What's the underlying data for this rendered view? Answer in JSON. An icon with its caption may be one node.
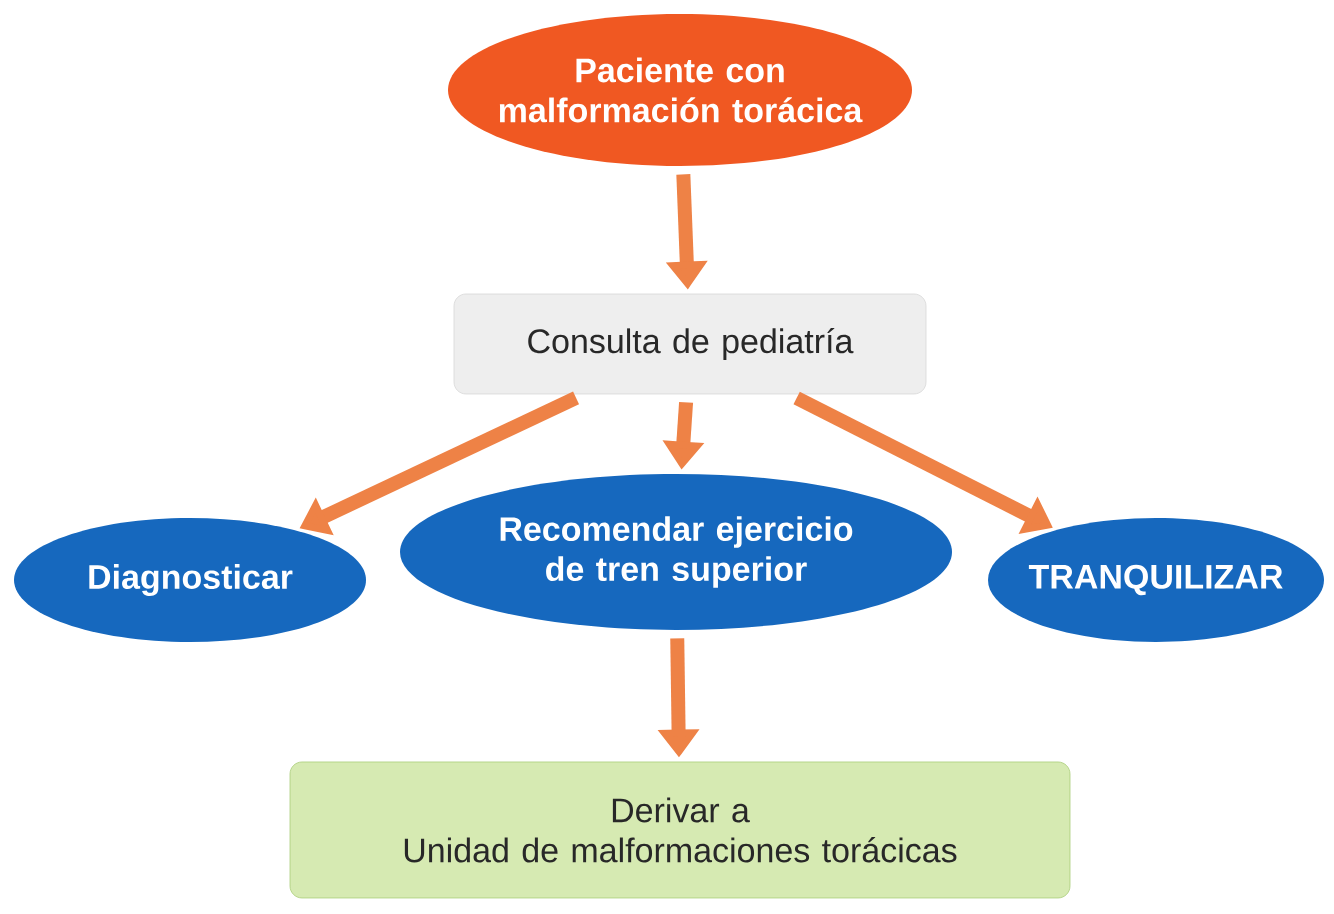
{
  "diagram": {
    "nodes": [
      {
        "text": [
          "Paciente con malformación torácica"
        ]
      },
      {
        "text": [
          "Consulta de pediatría"
        ]
      },
      {
        "text": [
          "Diagnosticar"
        ]
      },
      {
        "text": [
          "Recomendar ejercicio de tren superior"
        ]
      },
      {
        "text": [
          "TRANQUILIZAR"
        ]
      },
      {
        "text": [
          "Derivar a",
          "Unidad de malformaciones torácicas"
        ]
      }
    ],
    "edges": [
      {
        "from": 0,
        "to": 1,
        "arrow": "to"
      },
      {
        "from": 1,
        "to": 2,
        "arrow": "to"
      },
      {
        "from": 1,
        "to": 3,
        "arrow": "to"
      },
      {
        "from": 1,
        "to": 4,
        "arrow": "to"
      },
      {
        "from": 3,
        "to": 5,
        "arrow": "to"
      }
    ]
  }
}
